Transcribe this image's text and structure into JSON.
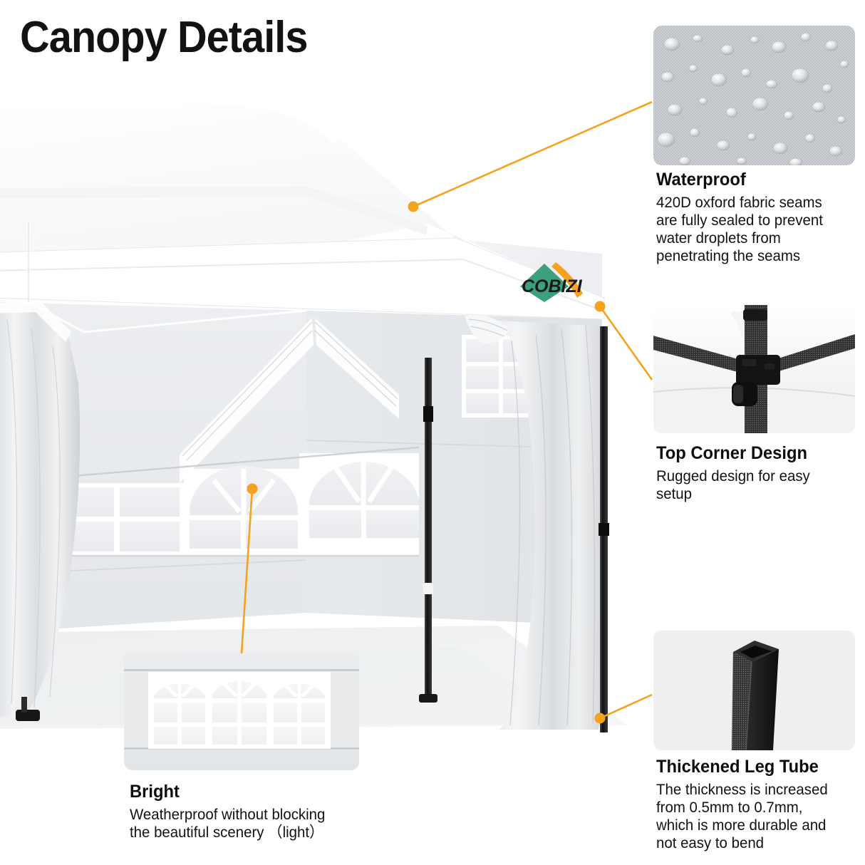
{
  "page": {
    "title": "Canopy Details",
    "background": "#ffffff",
    "accent_color": "#f5a21e",
    "text_color": "#121212"
  },
  "brand": {
    "name": "COBIZI",
    "logo_green": "#3c9f7e",
    "logo_orange": "#f5a21e",
    "logo_text_color": "#1a1a1a"
  },
  "hero": {
    "alt": "white pop-up canopy tent with sidewalls and arched windows",
    "canopy_color": "#ffffff",
    "sidewall_color": "#e9ebee",
    "frame_color": "#1c1c1c"
  },
  "features": [
    {
      "id": "waterproof",
      "title": "Waterproof",
      "body_lines": [
        " 420D oxford fabric seams",
        "are fully sealed to prevent",
        "water droplets from",
        "penetrating the seams"
      ],
      "image_name": "water-droplets-on-fabric-photo",
      "image_caption": "water beads on grey oxford fabric weave"
    },
    {
      "id": "top-corner-design",
      "title": "Top Corner Design",
      "body_lines": [
        "Rugged design for easy",
        "setup"
      ],
      "image_name": "top-corner-bracket-photo",
      "image_caption": "black corner connector joining frame bars"
    },
    {
      "id": "thickened-leg-tube",
      "title": "Thickened Leg Tube",
      "body_lines": [
        "The thickness is increased",
        "from 0.5mm to 0.7mm,",
        "which is more durable and",
        "not easy to bend"
      ],
      "image_name": "square-leg-tube-photo",
      "image_caption": "hollow square steel leg tube"
    },
    {
      "id": "bright",
      "title": "Bright",
      "body_lines": [
        "Weatherproof without blocking",
        "the beautiful scenery （light）"
      ],
      "image_name": "sidewall-window-panel-photo",
      "image_caption": "sidewall panel with three arched windows"
    }
  ]
}
